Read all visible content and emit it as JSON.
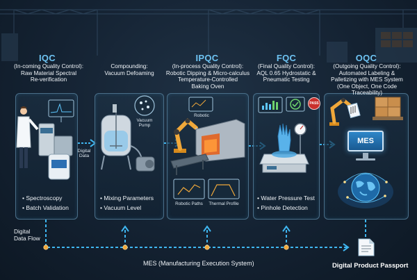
{
  "stages": [
    {
      "id": "iqc",
      "title": "IQC",
      "description": "(In-coming Quality Control):\nRaw Material Spectral\nRe-verification",
      "bullets": [
        "• Spectroscopy",
        "• Batch Validation"
      ],
      "equipment_labels": []
    },
    {
      "id": "compounding",
      "title": "",
      "description": "Compounding:\nVacuum Defoaming",
      "bullets": [
        "• Mixing Parameters",
        "• Vacuum Level"
      ],
      "equipment_labels": [
        "Vacuum\nPump"
      ]
    },
    {
      "id": "ipqc",
      "title": "IPQC",
      "description": "(In-process Quality Control):\nRobotic Dipping & Micro-calculus\nTemperature-Controlled\nBaking Oven",
      "bullets": [],
      "equipment_labels": [
        "Robotic",
        "Robotic Paths",
        "Thermal Profile"
      ]
    },
    {
      "id": "fqc",
      "title": "FQC",
      "description": "(Final Quality Control):\nAQL 0.65 Hydrostatic &\nPneumatic Testing",
      "bullets": [
        "• Water Pressure Test",
        "• Pinhole Detection"
      ],
      "equipment_labels": []
    },
    {
      "id": "oqc",
      "title": "OQC",
      "description": "(Outgoing Quality Control):\nAutomated Labeling &\nPalletizing with MES System\n(One Object, One Code Traceability)",
      "bullets": [],
      "equipment_labels": []
    }
  ],
  "connector_labels": {
    "digital_data": "Digital\nData",
    "digital_data_flow": "Digital\nData Flow"
  },
  "badges": {
    "pass": "PASS",
    "mes": "MES"
  },
  "bottom": {
    "mes_system": "MES (Manufacturing Execution System)",
    "passport": "Digital Product Passport"
  },
  "colors": {
    "accent": "#6ec3f2",
    "flow": "#3fb6f0",
    "node": "#f0a83a",
    "panel_border": "#4a6e88"
  },
  "icons": [
    "scientist-icon",
    "spectrometer-icon",
    "mixing-tank-icon",
    "vacuum-pump-icon",
    "robot-arm-icon",
    "baking-oven-icon",
    "conveyor-icon",
    "pressure-tester-icon",
    "glove-icon",
    "monitor-chart-icon",
    "checkmark-icon",
    "pressure-gauge-icon",
    "labeling-robot-icon",
    "pallet-boxes-icon",
    "computer-icon",
    "globe-network-icon",
    "document-icon"
  ]
}
